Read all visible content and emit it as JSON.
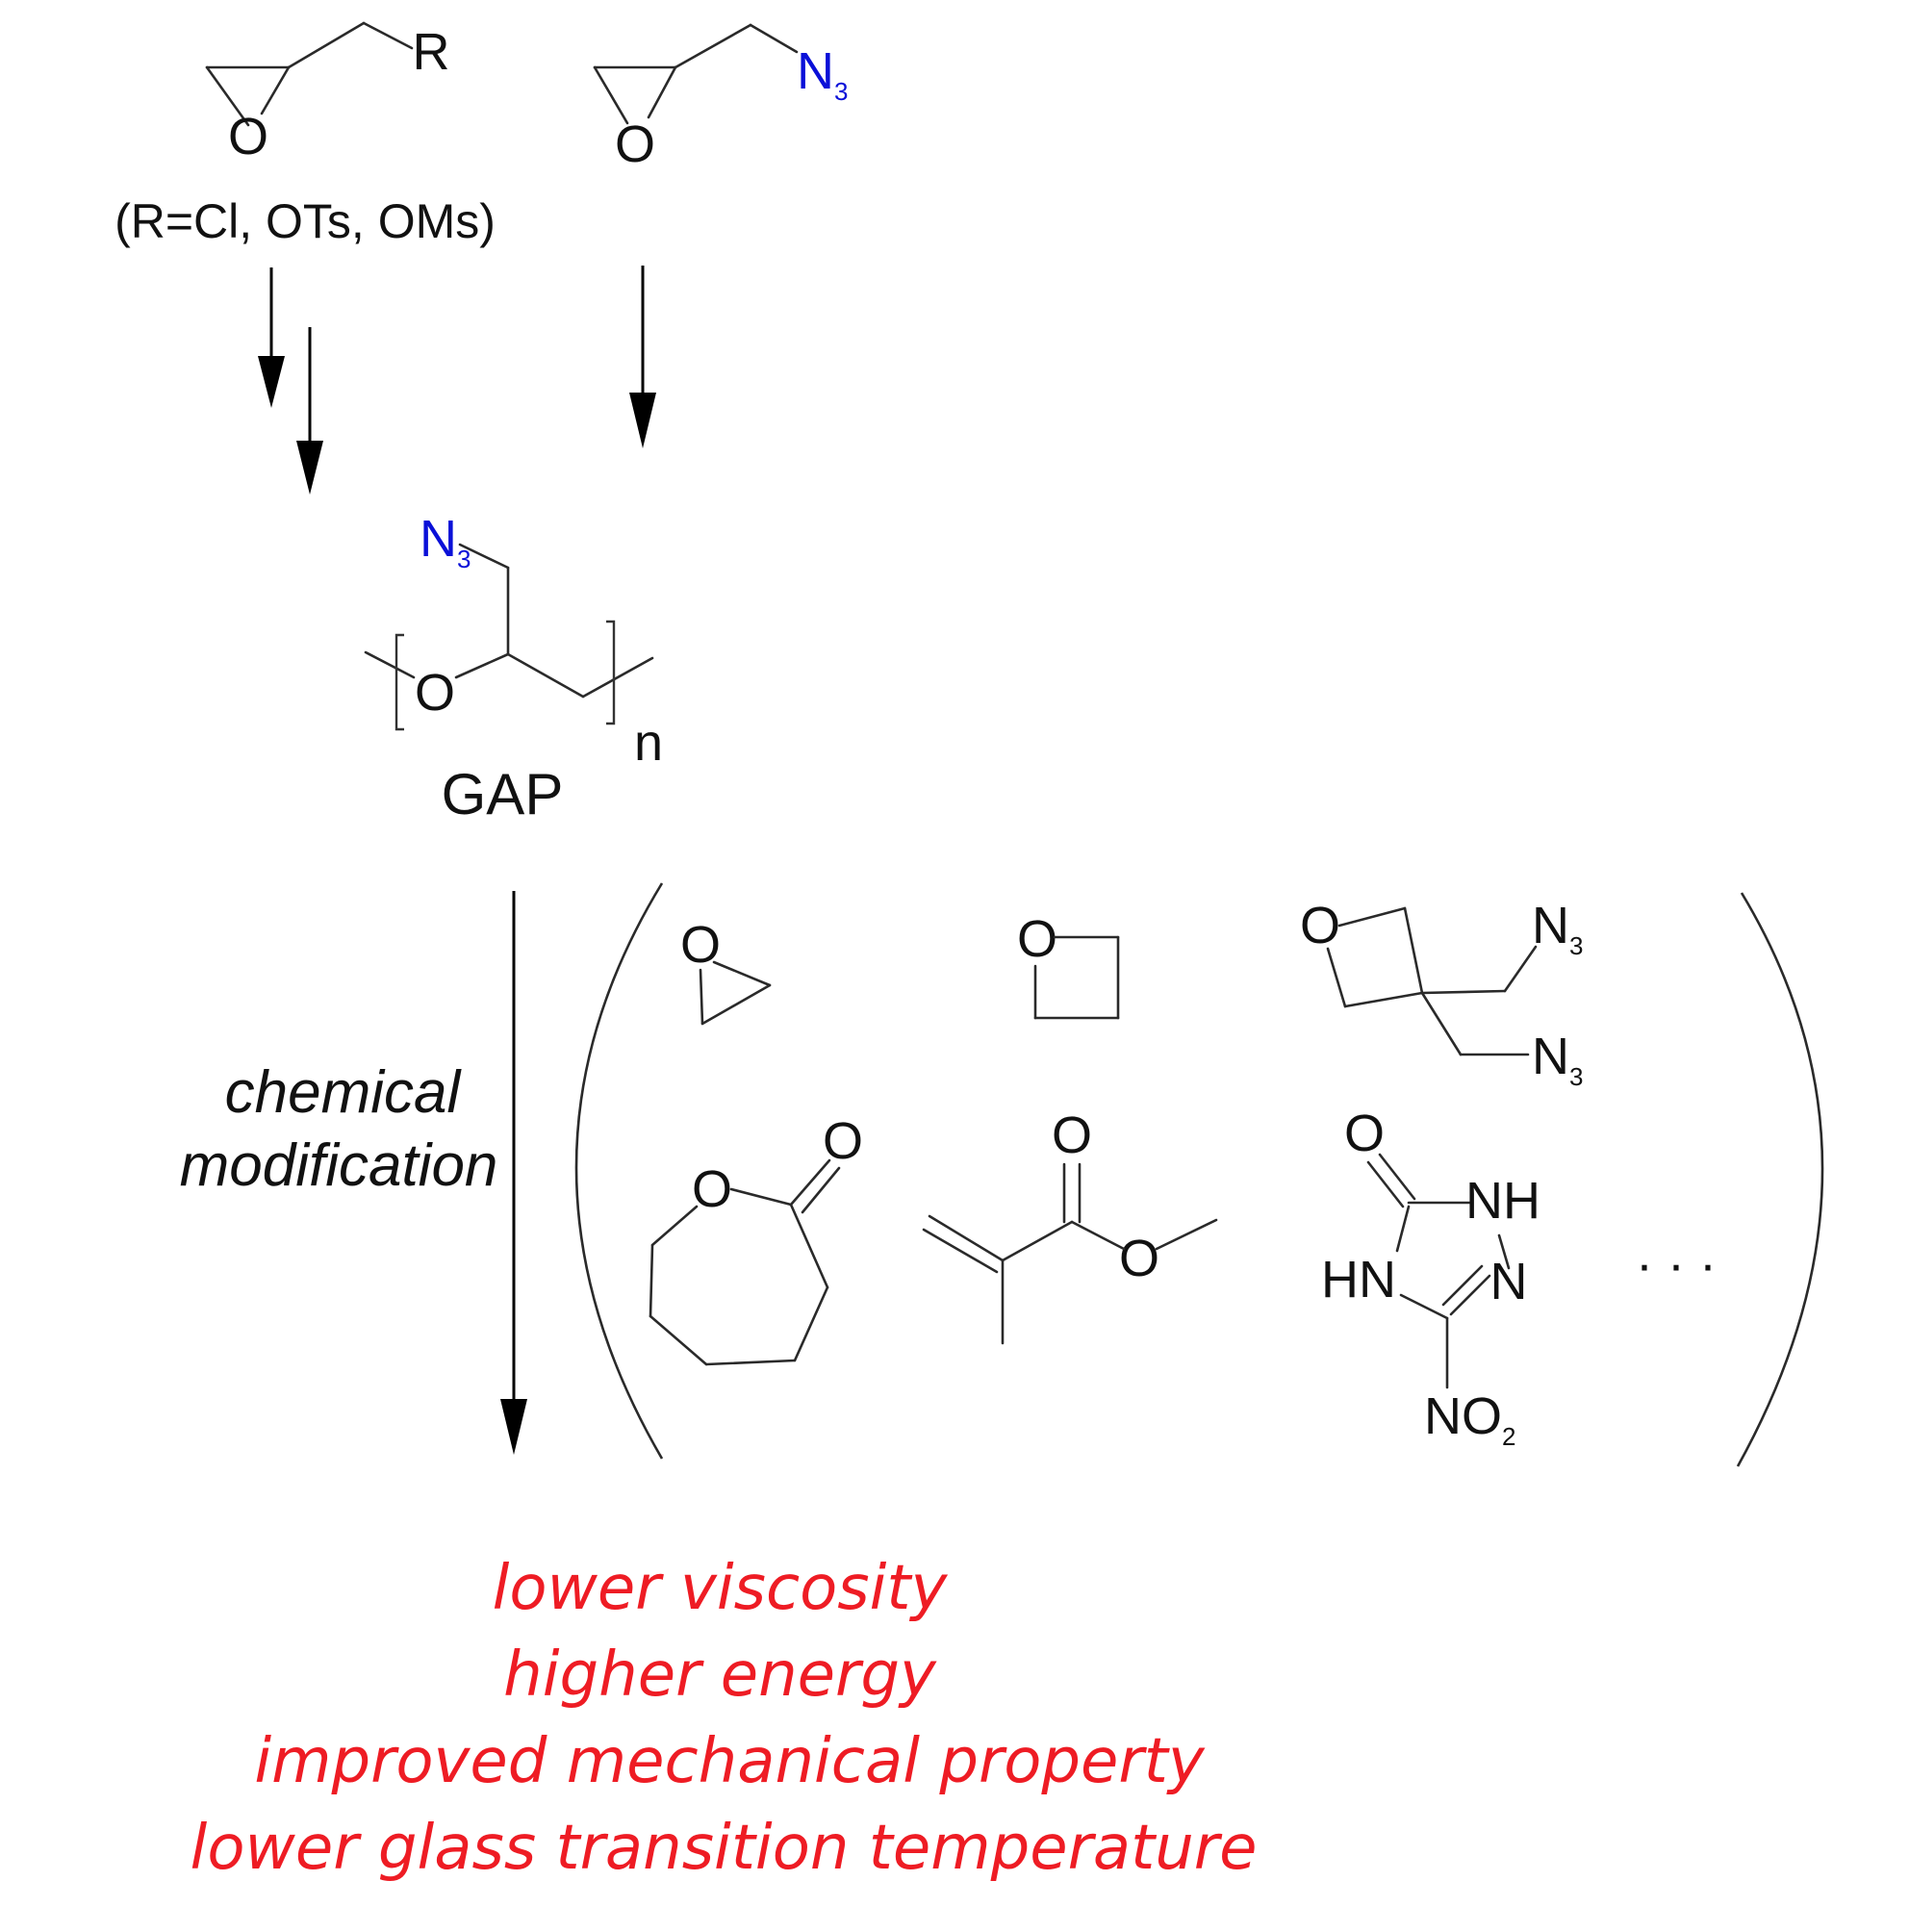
{
  "starting_materials": {
    "left": {
      "substituent": "R",
      "ring_oxygen": "O",
      "note": "(R=Cl, OTs, OMs)"
    },
    "right": {
      "substituent": "N",
      "substituent_sub": "3",
      "ring_oxygen": "O"
    }
  },
  "polymer": {
    "side_group": "N",
    "side_group_sub": "3",
    "backbone_oxygen": "O",
    "repeat": "n",
    "name": "GAP"
  },
  "process_label": {
    "line1": "chemical",
    "line2": "modification"
  },
  "comonomers": {
    "epoxide_o": "O",
    "oxetane_o": "O",
    "bamo_o": "O",
    "bamo_n1": "N",
    "bamo_n1_sub": "3",
    "bamo_n2": "N",
    "bamo_n2_sub": "3",
    "caprolactone_ring_o": "O",
    "caprolactone_carbonyl_o": "O",
    "methacrylate_carbonyl_o": "O",
    "methacrylate_ester_o": "O",
    "nto_carbonyl_o": "O",
    "nto_nh": "NH",
    "nto_hn": "HN",
    "nto_n": "N",
    "nto_no2": "NO",
    "nto_no2_sub": "2",
    "ellipsis": "· · ·"
  },
  "benefits": [
    "lower viscosity",
    "higher energy",
    "improved mechanical property",
    "lower glass transition temperature"
  ],
  "colors": {
    "azide": "#0a10d8",
    "benefit_text": "#ee1c24",
    "bond": "#2a2a2a"
  }
}
